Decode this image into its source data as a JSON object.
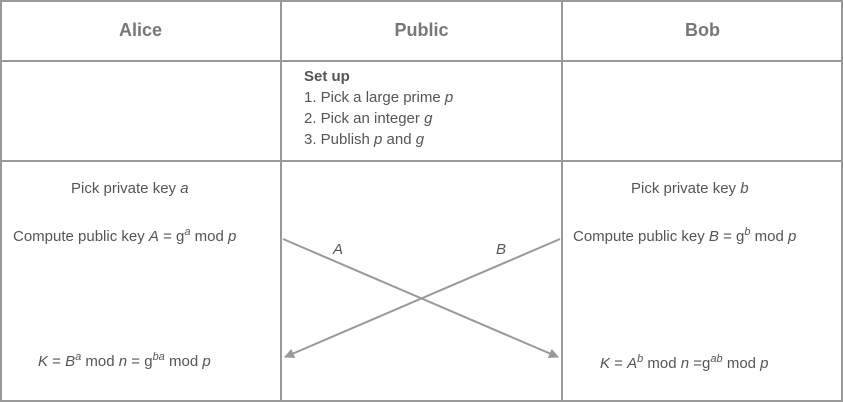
{
  "headers": {
    "alice": "Alice",
    "public": "Public",
    "bob": "Bob"
  },
  "setup": {
    "title": "Set up",
    "steps": [
      {
        "pre": "1. Pick a large prime ",
        "var": "p"
      },
      {
        "pre": "2. Pick an integer ",
        "var": "g"
      },
      {
        "pre": "3. Publish ",
        "var": "p",
        "mid": " and ",
        "var2": "g"
      }
    ]
  },
  "alice": {
    "private": {
      "text": "Pick private key ",
      "var": "a"
    },
    "public": {
      "text": "Compute public key ",
      "lhs": "A",
      "eq": " = g",
      "exp": "a",
      "tail": " mod ",
      "mod": "p"
    },
    "shared": {
      "k": "K",
      "eq1": " = ",
      "base": "B",
      "exp1": "a",
      "mod1": " mod  ",
      "n": "n",
      "eq2": " = g",
      "exp2": "ba",
      "mod2": " mod ",
      "p": "p"
    }
  },
  "bob": {
    "private": {
      "text": "Pick private key ",
      "var": "b"
    },
    "public": {
      "text": "Compute public key ",
      "lhs": "B",
      "eq": " = g",
      "exp": "b",
      "tail": " mod ",
      "mod": "p"
    },
    "shared": {
      "k": "K",
      "eq1": " = ",
      "base": "A",
      "exp1": "b",
      "mod1": " mod  ",
      "n": "n",
      "eq2": " =g",
      "exp2": "ab",
      "mod2": " mod ",
      "p": "p"
    }
  },
  "arrows": {
    "a_label": "A",
    "b_label": "B"
  },
  "colors": {
    "border": "#999999",
    "text": "#555555",
    "header": "#777777",
    "arrow": "#999999"
  }
}
